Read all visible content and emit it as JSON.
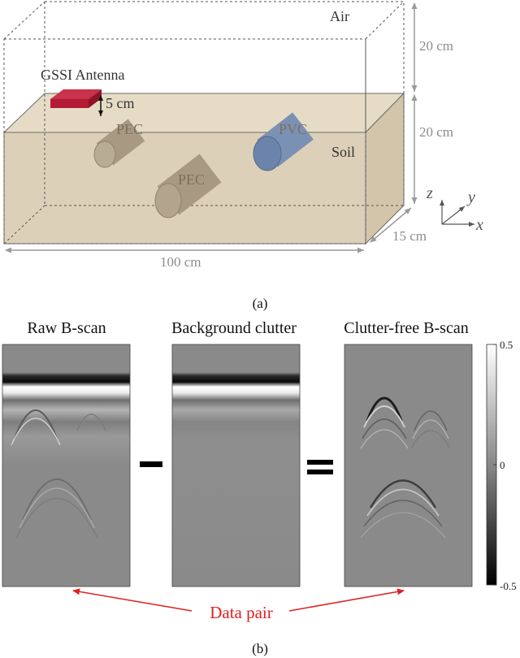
{
  "scene": {
    "air_label": "Air",
    "soil_label": "Soil",
    "antenna_label": "GSSI Antenna",
    "offset_label": "5 cm",
    "pec_label_1": "PEC",
    "pec_label_2": "PEC",
    "pvc_label": "PVC",
    "dim_air_height": "20 cm",
    "dim_soil_height": "20 cm",
    "dim_depth": "15 cm",
    "dim_length": "100 cm",
    "axis_z": "z",
    "axis_y": "y",
    "axis_x": "x"
  },
  "caption_a": "(a)",
  "panels": {
    "raw_title": "Raw B-scan",
    "background_title": "Background clutter",
    "clutter_free_title": "Clutter-free B-scan",
    "minus_sign": "–",
    "equals_sign": "="
  },
  "colorbar": {
    "max_label": "0.5",
    "mid_label": "0",
    "min_label": "-0.5"
  },
  "data_pair_label": "Data pair",
  "caption_b": "(b)",
  "colors": {
    "soil": "#ddd0b8",
    "antenna": "#b31b34",
    "pvc": "#7b91b4",
    "pec": "#b5a891",
    "arrow": "#e02020",
    "gray_bg": "#8a8a8a"
  }
}
